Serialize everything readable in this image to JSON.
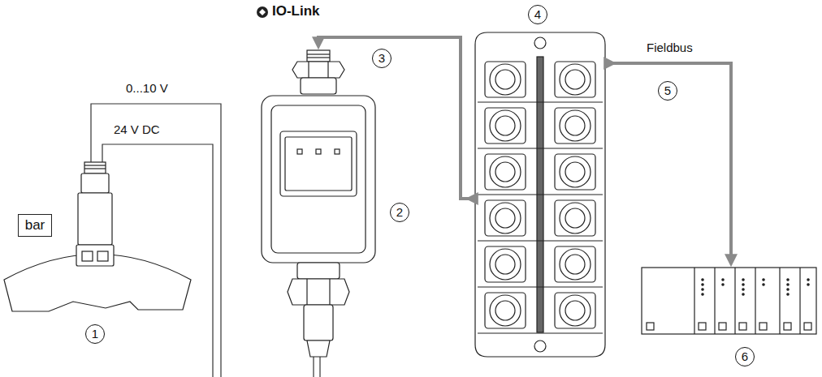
{
  "diagram": {
    "nodes": [
      {
        "text": [
          "bar"
        ]
      }
    ],
    "labels": [
      "IO-Link",
      "0...10 V",
      "24 V DC",
      "1",
      "2",
      "3",
      "4",
      "5",
      "6",
      "Fieldbus"
    ]
  }
}
